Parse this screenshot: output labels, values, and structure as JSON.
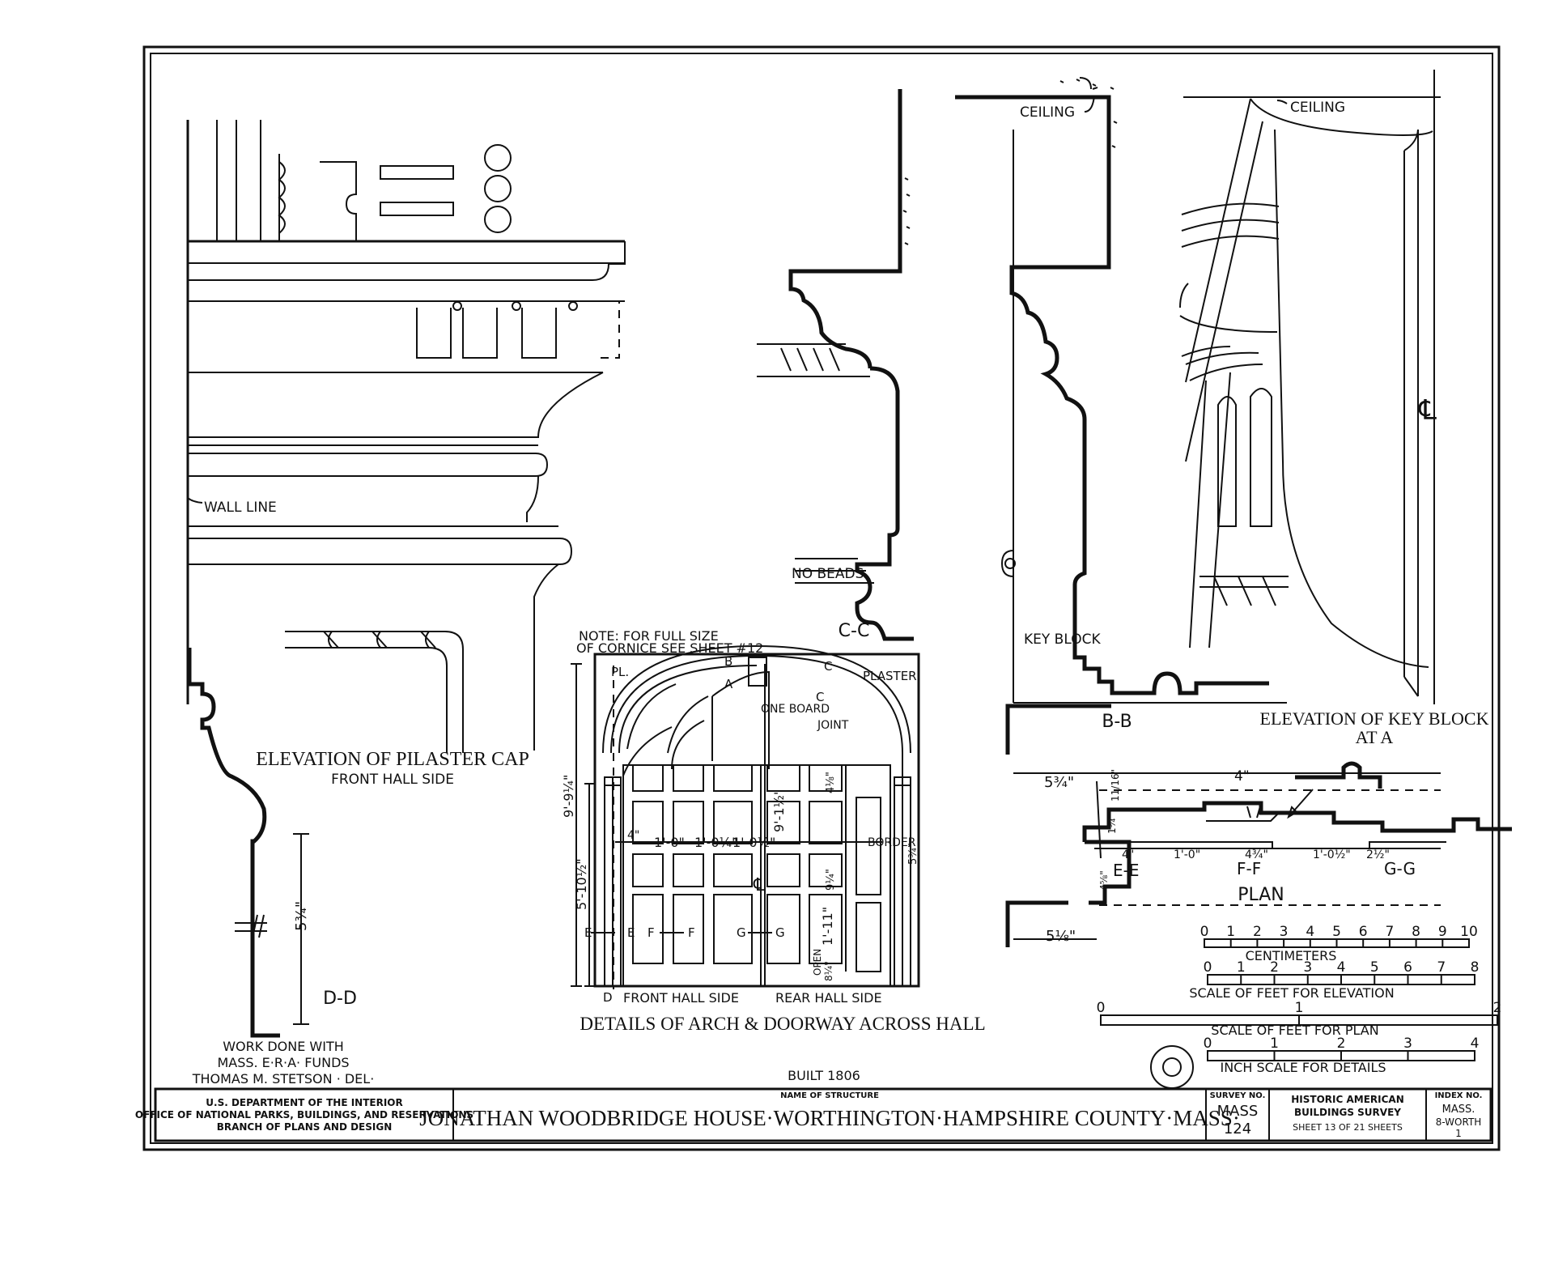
{
  "drawings": {
    "pilaster_cap": {
      "wall_line": "WALL LINE",
      "title": "ELEVATION OF PILASTER CAP",
      "subtitle": "FRONT HALL SIDE"
    },
    "section_cc": {
      "no_beads": "NO BEADS",
      "title": "C-C"
    },
    "section_bb": {
      "ceiling": "CEILING",
      "key_block": "KEY BLOCK",
      "title": "B-B"
    },
    "key_block_elev": {
      "ceiling": "CEILING",
      "title_1": "ELEVATION OF KEY BLOCK",
      "title_2": "AT A",
      "centerline": "℄"
    },
    "section_dd": {
      "dim": "5¾\"",
      "title": "D-D"
    },
    "arch": {
      "note_1": "NOTE: FOR FULL SIZE",
      "note_2": "OF CORNICE SEE SHEET #12",
      "pl": "PL.",
      "plaster": "PLASTER.",
      "one_board": "ONE BOARD",
      "joint": "JOINT",
      "board": "BORDER",
      "front": "FRONT HALL SIDE",
      "rear": "REAR HALL SIDE",
      "title": "DETAILS OF ARCH & DOORWAY ACROSS HALL",
      "marks": {
        "a": "A",
        "b": "B",
        "c": "C",
        "d": "D",
        "e": "E",
        "f": "F",
        "g": "G",
        "cl": "℄"
      },
      "dims": {
        "h_total": "9'-9¼\"",
        "h_lower": "5'-10½\"",
        "w_1": "1'-0\"",
        "w_2": "1'-0¼\"",
        "w_3": "1'-0½\"",
        "h_door": "9'-1½\"",
        "h_panel": "1'-11\"",
        "d_4": "4\"",
        "d_top": "4⅛\"",
        "d_side": "5¾\"",
        "d_rail": "9¼\"",
        "d_open": "OPEN",
        "d_bottom": "8¼\""
      }
    },
    "plan": {
      "title": "PLAN",
      "ee": "E-E",
      "ff": "F-F",
      "gg": "G-G",
      "dims": {
        "top_left": "5¾\"",
        "four": "4\"",
        "eleven": "11/16\"",
        "thirteen": "1¾\"",
        "d4": "4\"",
        "one_ft": "1'-0\"",
        "four_three": "4¾\"",
        "one_half": "1'-0½\"",
        "two_half": "2½\"",
        "five": "4⅝\"",
        "bot_left": "5⅛\""
      }
    },
    "scales": {
      "cm_label": "CENTIMETERS",
      "cm_ticks": [
        "0",
        "1",
        "2",
        "3",
        "4",
        "5",
        "6",
        "7",
        "8",
        "9",
        "10"
      ],
      "elev_label": "SCALE OF FEET FOR ELEVATION",
      "elev_ticks": [
        "0",
        "1",
        "2",
        "3",
        "4",
        "5",
        "6",
        "7",
        "8"
      ],
      "plan_label": "SCALE OF FEET FOR PLAN",
      "plan_ticks": [
        "0",
        "1",
        "2"
      ],
      "inch_label": "INCH SCALE FOR DETAILS",
      "inch_ticks": [
        "0",
        "1",
        "2",
        "3",
        "4"
      ]
    },
    "credit": {
      "line_1": "WORK DONE WITH",
      "line_2": "MASS. E·R·A· FUNDS",
      "line_3": "THOMAS M. STETSON · DEL·"
    },
    "built": "BUILT 1806"
  },
  "title_block": {
    "dept_1": "U.S. DEPARTMENT OF THE INTERIOR",
    "dept_2": "OFFICE OF NATIONAL PARKS, BUILDINGS, AND RESERVATIONS",
    "dept_3": "BRANCH OF PLANS AND DESIGN",
    "name_label": "NAME OF STRUCTURE",
    "name": "JONATHAN WOODBRIDGE HOUSE·WORTHINGTON·HAMPSHIRE COUNTY·MASS·",
    "survey_label": "SURVEY NO.",
    "survey_1": "MASS",
    "survey_2": "124",
    "habs_1": "HISTORIC AMERICAN",
    "habs_2": "BUILDINGS SURVEY",
    "sheet": "SHEET 13 OF 21 SHEETS",
    "index_label": "INDEX NO.",
    "index_1": "MASS.",
    "index_2": "8-WORTH",
    "index_3": "1"
  }
}
